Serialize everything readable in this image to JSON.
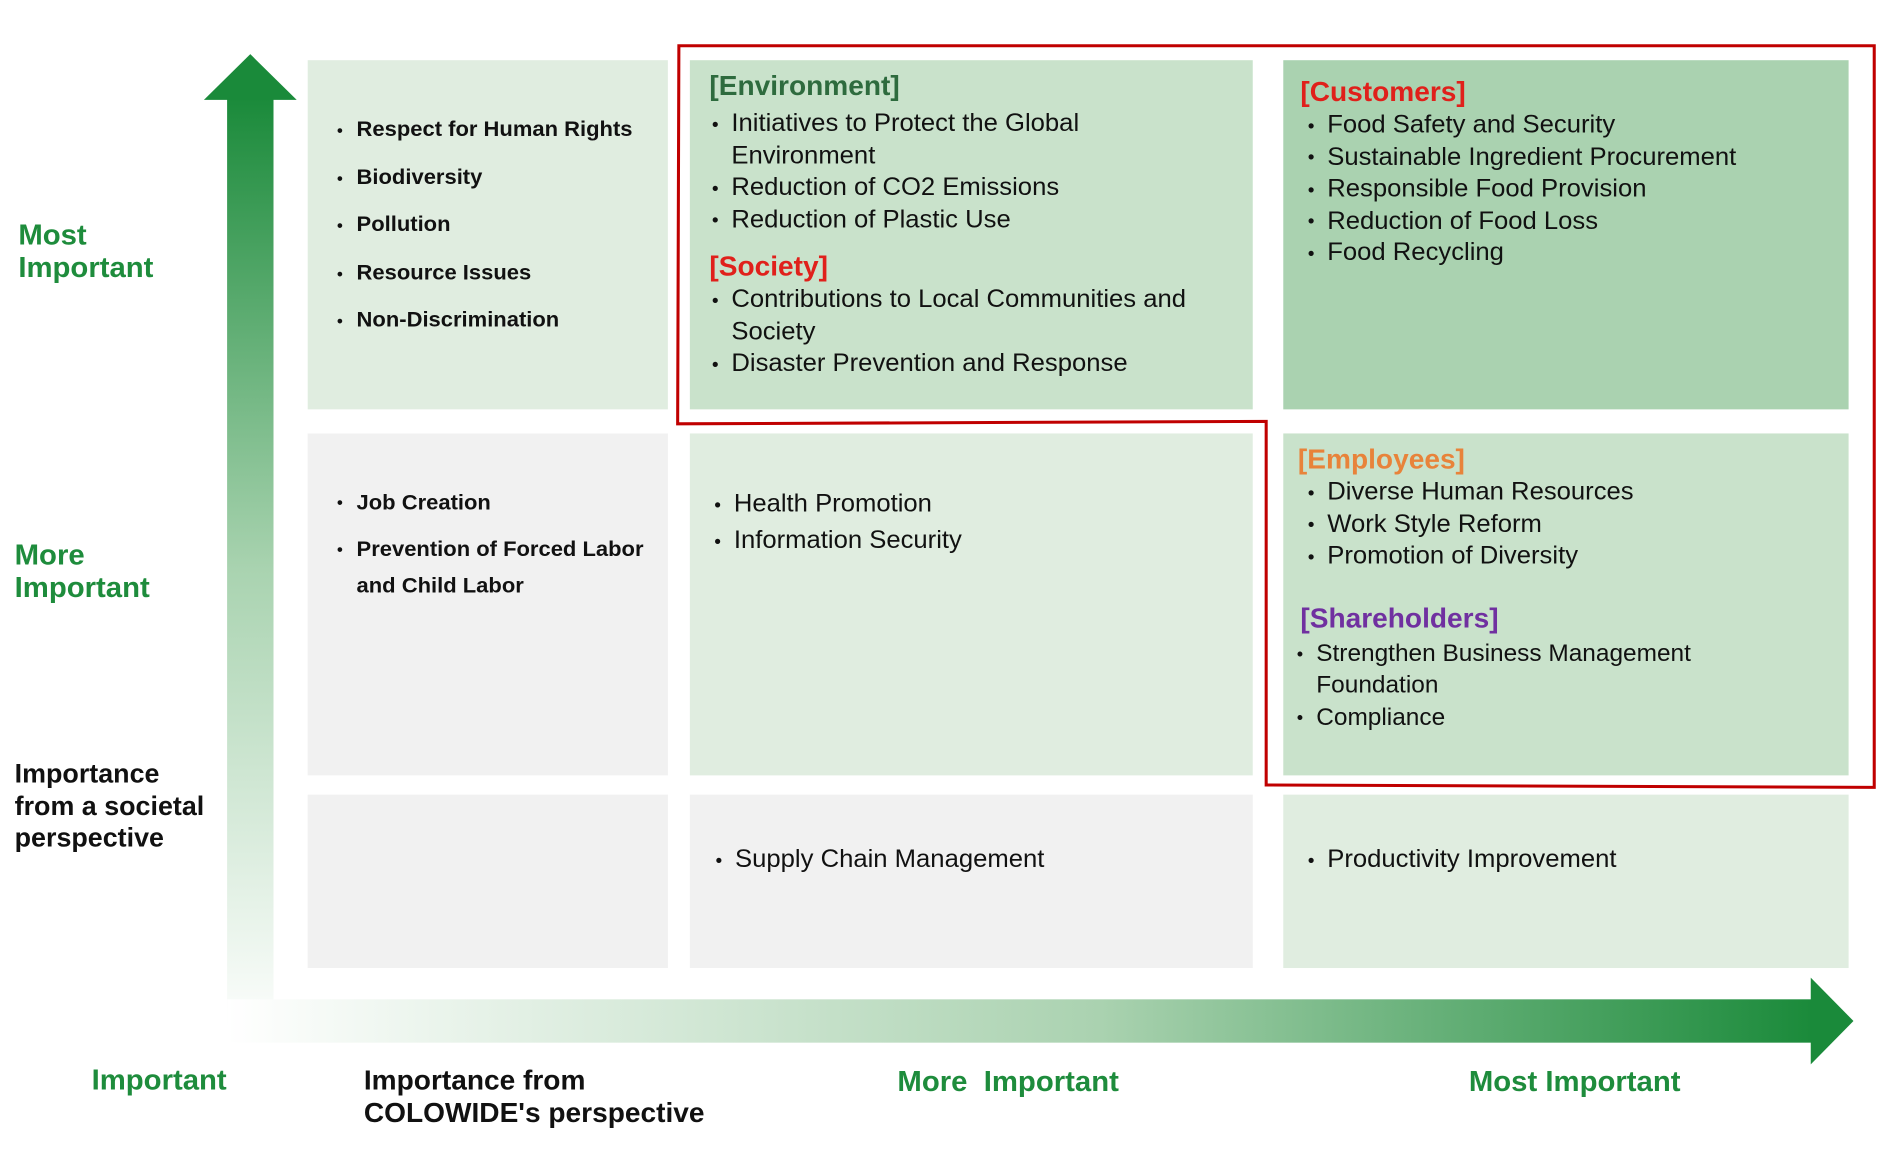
{
  "colors": {
    "green_label": "#1e8c3c",
    "red": "#e0201b",
    "orange": "#e8833a",
    "purple": "#7030a0",
    "env_green": "#2e6b3e",
    "outline": "#c00000"
  },
  "y_axis": {
    "title": "Importance from a societal perspective",
    "levels": [
      "Most Important",
      "More Important"
    ]
  },
  "x_axis": {
    "title": "Importance from COLOWIDE's perspective",
    "levels": [
      "Important",
      "More  Important",
      "Most Important"
    ]
  },
  "cells": {
    "r1c1": {
      "items": [
        "Respect for Human Rights",
        "Biodiversity",
        "Pollution",
        "Resource Issues",
        "Non-Discrimination"
      ]
    },
    "r1c2": {
      "groups": [
        {
          "heading": "[Environment]",
          "items": [
            "Initiatives to Protect  the Global Environment",
            "Reduction of CO2 Emissions",
            "Reduction of Plastic Use"
          ]
        },
        {
          "heading": "[Society]",
          "items": [
            "Contributions to Local Communities and Society",
            "Disaster Prevention and Response"
          ]
        }
      ]
    },
    "r1c3": {
      "groups": [
        {
          "heading": "[Customers]",
          "items": [
            "Food Safety and Security",
            "Sustainable Ingredient Procurement",
            "Responsible Food Provision",
            "Reduction of Food Loss",
            "Food Recycling"
          ]
        }
      ]
    },
    "r2c1": {
      "items": [
        "Job Creation",
        "Prevention of Forced Labor and Child Labor"
      ]
    },
    "r2c2": {
      "items": [
        "Health Promotion",
        "Information Security"
      ]
    },
    "r2c3": {
      "groups": [
        {
          "heading": "[Employees]",
          "items": [
            "Diverse Human Resources",
            "Work Style Reform",
            "Promotion of Diversity"
          ]
        },
        {
          "heading": "[Shareholders]",
          "items": [
            "Strengthen Business Management Foundation",
            "Compliance"
          ]
        }
      ]
    },
    "r3c1": {
      "items": []
    },
    "r3c2": {
      "items": [
        "Supply Chain Management"
      ]
    },
    "r3c3": {
      "items": [
        "Productivity Improvement"
      ]
    }
  }
}
